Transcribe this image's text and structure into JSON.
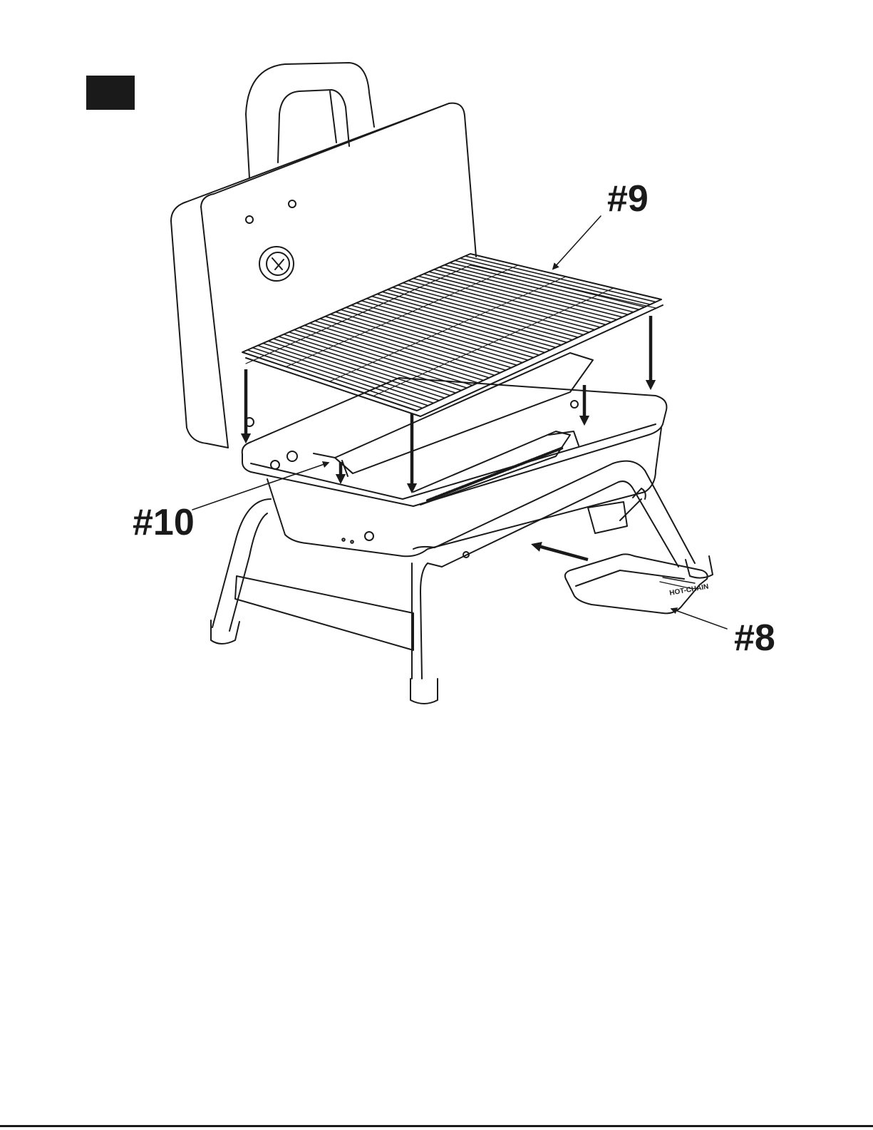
{
  "diagram": {
    "step_marker_color": "#1a1a1a",
    "line_color": "#1a1a1a",
    "callouts": {
      "grate": "#9",
      "drip_shield": "#10",
      "grease_tray": "#8"
    },
    "tray_brand": "HOT-CHAIN",
    "icons": [
      "arrow-down-icon",
      "arrow-left-icon"
    ]
  }
}
